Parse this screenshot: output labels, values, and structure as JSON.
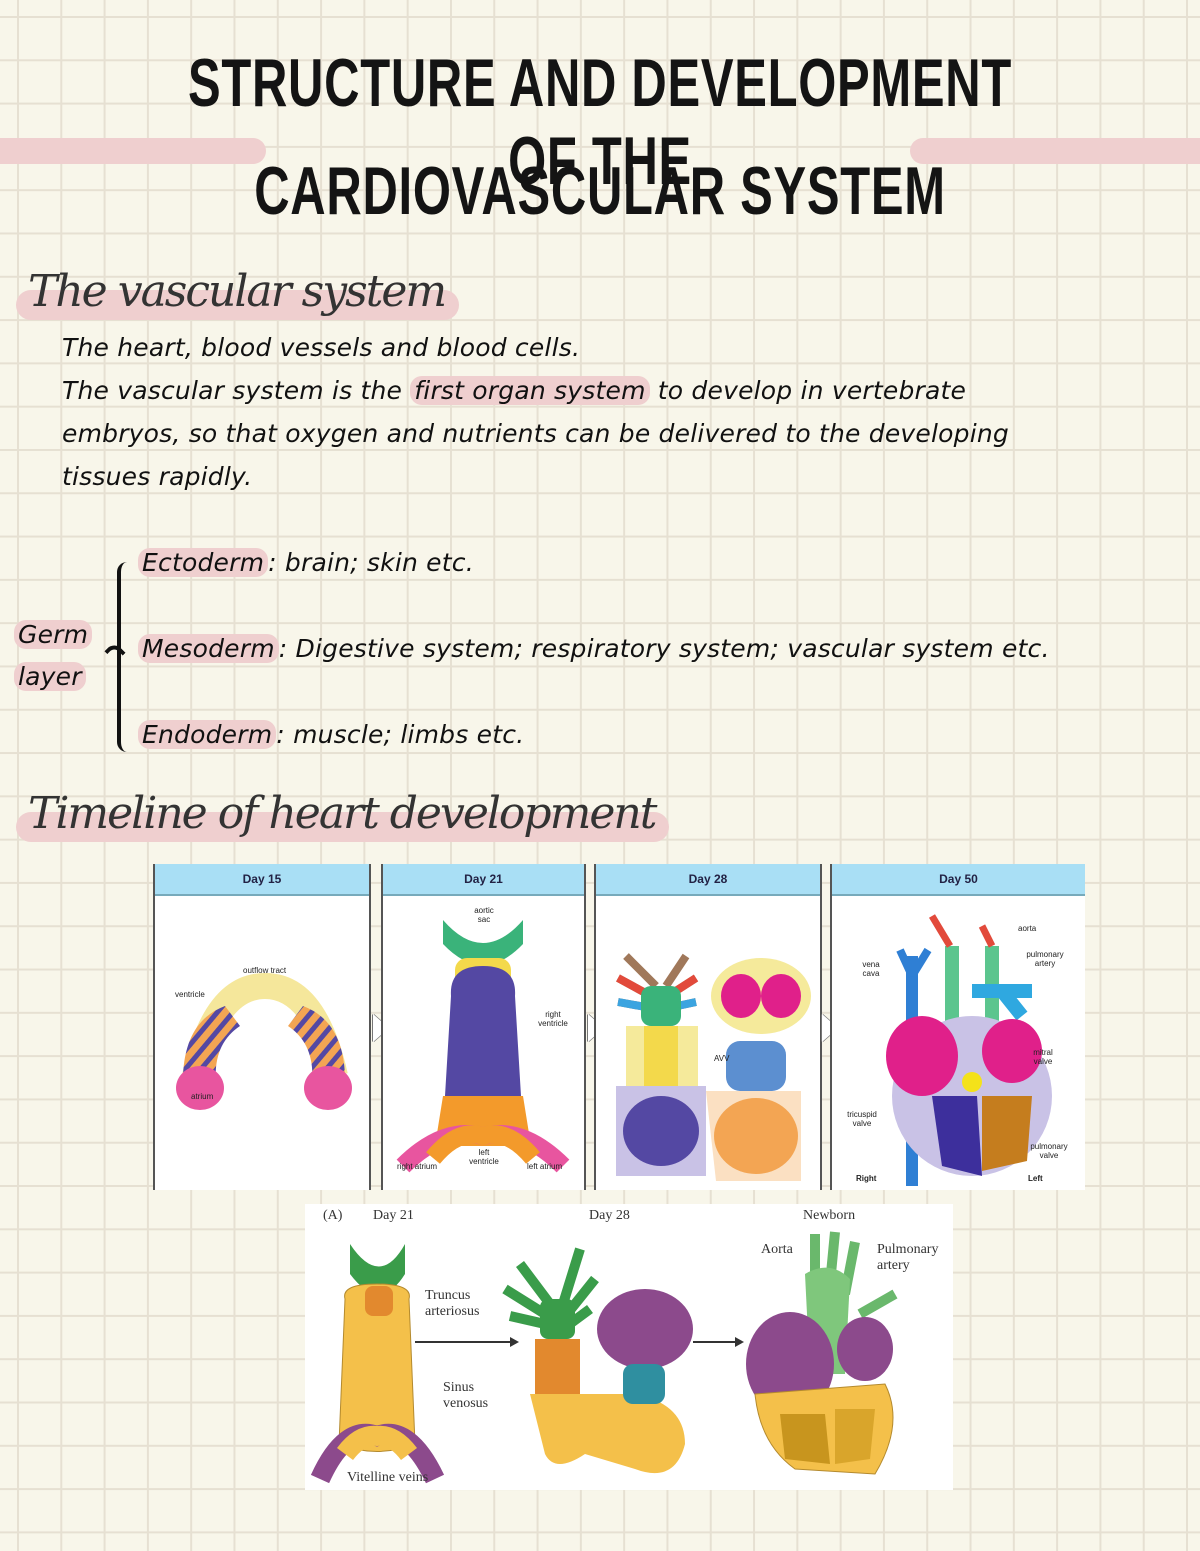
{
  "page": {
    "background": "#f8f6ea",
    "grid_color": "#e6e0d2",
    "highlight_color": "#efcfcf"
  },
  "title": {
    "line1": "STRUCTURE AND DEVELOPMENT OF THE",
    "line2": "CARDIOVASCULAR SYSTEM"
  },
  "section1": {
    "heading": "The vascular system",
    "line1": "The heart, blood vessels and blood cells.",
    "line2_pre": "The vascular system is the ",
    "line2_mark": "first organ system",
    "line2_post": " to develop in vertebrate",
    "line3": "embryos, so that oxygen and nutrients can be delivered to the developing",
    "line4": "tissues rapidly."
  },
  "germ": {
    "label_line1": "Germ",
    "label_line2": "layer",
    "items": [
      {
        "term": "Ectoderm",
        "desc": ": brain; skin etc."
      },
      {
        "term": "Mesoderm",
        "desc": ": Digestive system; respiratory system; vascular system etc."
      },
      {
        "term": "Endoderm",
        "desc": ": muscle; limbs etc."
      }
    ]
  },
  "section2": {
    "heading": "Timeline of heart development"
  },
  "figure1": {
    "header_color": "#a9dff5",
    "panels": [
      {
        "title": "Day 15",
        "labels": [
          "outflow tract",
          "ventricle",
          "atrium"
        ]
      },
      {
        "title": "Day 21",
        "labels": [
          "aortic sac",
          "right ventricle",
          "left ventricle",
          "right atrium",
          "left atrium"
        ]
      },
      {
        "title": "Day 28",
        "labels": [
          "AVV"
        ]
      },
      {
        "title": "Day 50",
        "labels": [
          "aorta",
          "pulmonary artery",
          "vena cava",
          "mitral valve",
          "tricuspid valve",
          "pulmonary valve",
          "Right",
          "Left"
        ]
      }
    ]
  },
  "figure2": {
    "panel_label": "(A)",
    "stages": [
      "Day 21",
      "Day 28",
      "Newborn"
    ],
    "labels": {
      "truncus": "Truncus arteriosus",
      "sinus": "Sinus venosus",
      "vitelline": "Vitelline veins",
      "aorta": "Aorta",
      "pulmonary": "Pulmonary artery"
    }
  }
}
